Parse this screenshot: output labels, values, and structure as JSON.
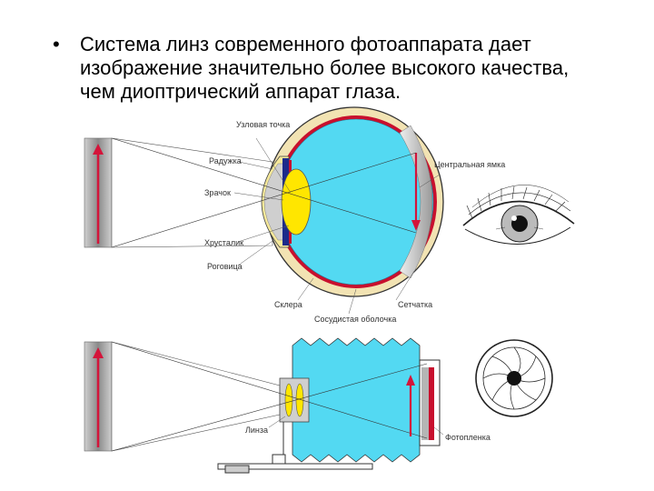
{
  "slide": {
    "bullet_symbol": "•",
    "text": "Система линз современного фотоаппарата дает изображение значительно более высокого качества, чем диоптрический аппарат глаза."
  },
  "eye_labels": {
    "nodal_point": "Узловая точка",
    "iris": "Радужка",
    "pupil": "Зрачок",
    "lens": "Хрусталик",
    "cornea": "Роговица",
    "sclera": "Склера",
    "choroid": "Сосудистая оболочка",
    "retina": "Сетчатка",
    "central_fovea": "Центральная ямка"
  },
  "camera_labels": {
    "lens": "Линза",
    "film": "Фотопленка"
  },
  "colors": {
    "object_bar": "#9a9a9a",
    "arrow": "#d4143a",
    "eye_fill": "#53d9f2",
    "lens_fill": "#ffe600",
    "sclera_fill": "#f2e3b3",
    "iris": "#1c2a8a",
    "retina": "#c8102e"
  }
}
